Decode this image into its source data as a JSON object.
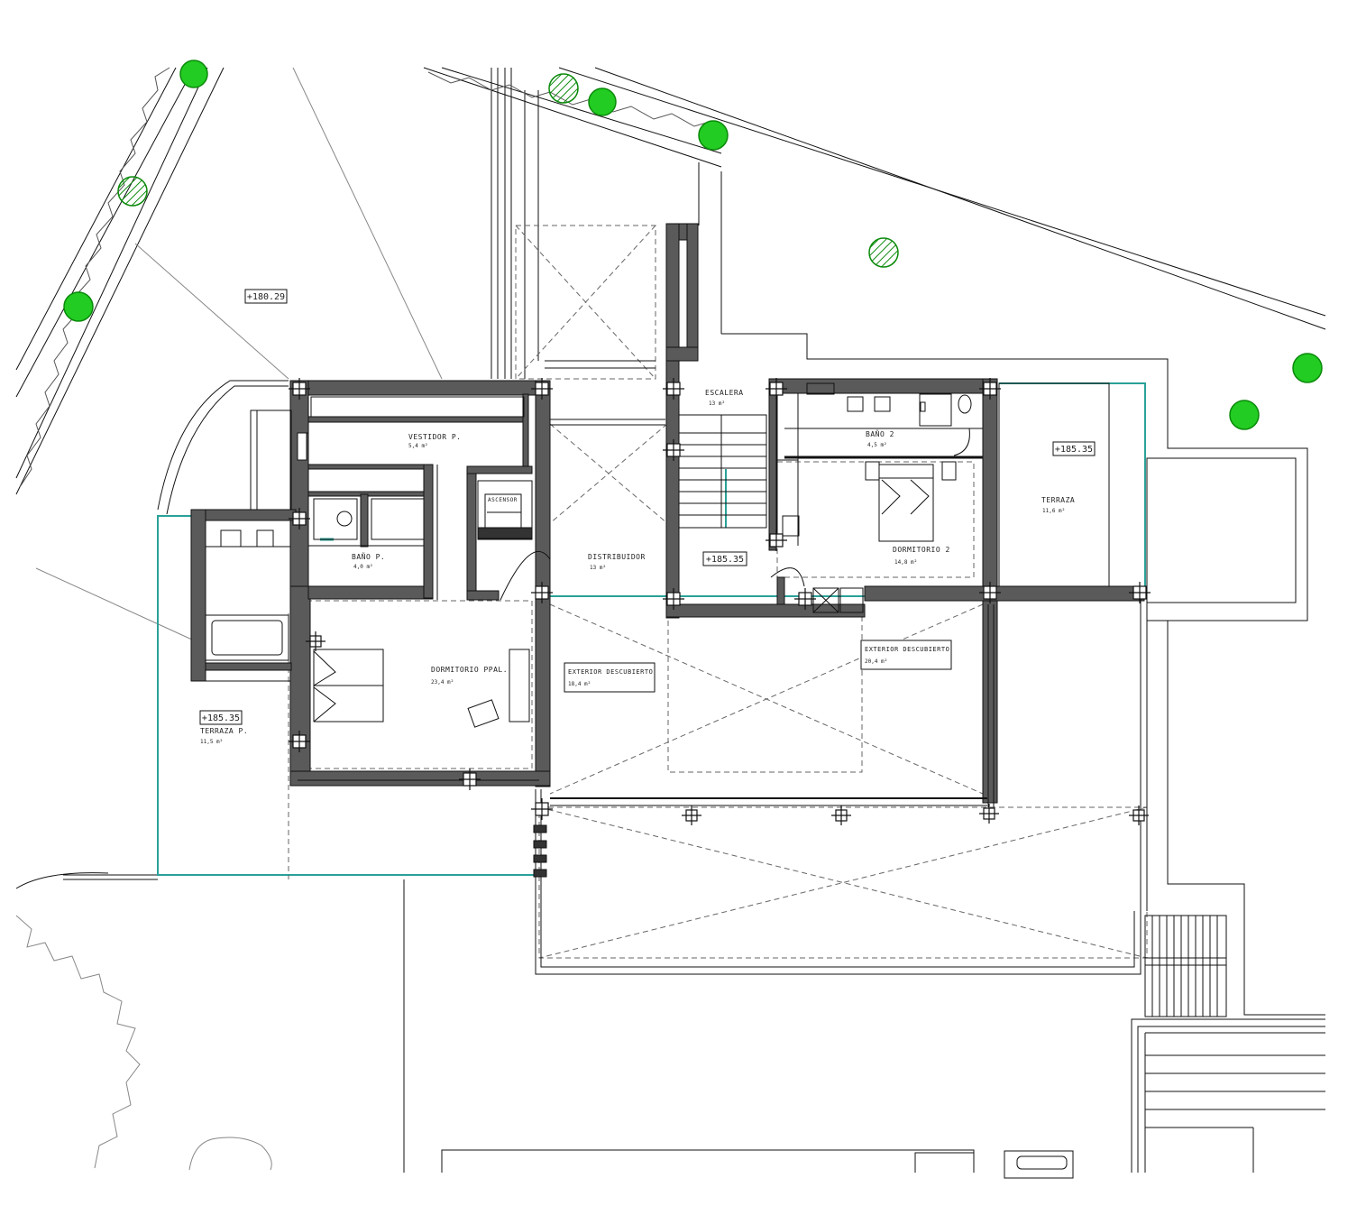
{
  "plan": {
    "levels": {
      "site_north": "+180.29",
      "stair_landing": "+185.35",
      "terrace_east": "+185.35",
      "terrace_west": "+185.35"
    },
    "rooms": {
      "vestidor": {
        "name": "VESTIDOR P.",
        "area": "5,4 m²"
      },
      "bano_p": {
        "name": "BAÑO P.",
        "area": "4,0 m²"
      },
      "dormitorio_principal": {
        "name": "DORMITORIO PPAL.",
        "area": "23,4 m²"
      },
      "distribuidor": {
        "name": "DISTRIBUIDOR",
        "area": "13 m²"
      },
      "escalera": {
        "name": "ESCALERA",
        "area": "13 m²"
      },
      "bano_2": {
        "name": "BAÑO 2",
        "area": "4,5 m²"
      },
      "dormitorio_2": {
        "name": "DORMITORIO 2",
        "area": "14,8 m²"
      },
      "terraza_east": {
        "name": "TERRAZA",
        "area": "11,6 m²"
      },
      "terraza_p": {
        "name": "TERRAZA P.",
        "area": "11,5 m²"
      },
      "ascensor": {
        "name": "ASCENSOR"
      },
      "exterior_1": {
        "name": "EXTERIOR DESCUBIERTO",
        "area": "18,4 m²"
      },
      "exterior_2": {
        "name": "EXTERIOR DESCUBIERTO",
        "area": "20,4 m²"
      }
    },
    "colors": {
      "wall": "#5a5a5a",
      "line": "#111111",
      "glass": "#2aa198",
      "tree": "#22cc22",
      "dash": "#666666"
    }
  }
}
